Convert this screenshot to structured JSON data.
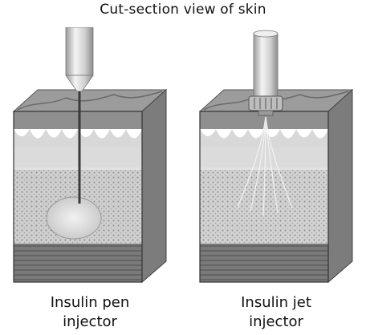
{
  "title": "Cut-section view of skin",
  "panels": [
    {
      "label_line1": "Insulin pen",
      "label_line2": "injector"
    },
    {
      "label_line1": "Insulin jet",
      "label_line2": "injector"
    }
  ],
  "colors": {
    "epidermis": "#8f8f8f",
    "dermis": "#d6d6d6",
    "subcutaneous": "#bdbdbd",
    "muscle": "#6e6e6e",
    "depot": "#e6e6e6"
  }
}
